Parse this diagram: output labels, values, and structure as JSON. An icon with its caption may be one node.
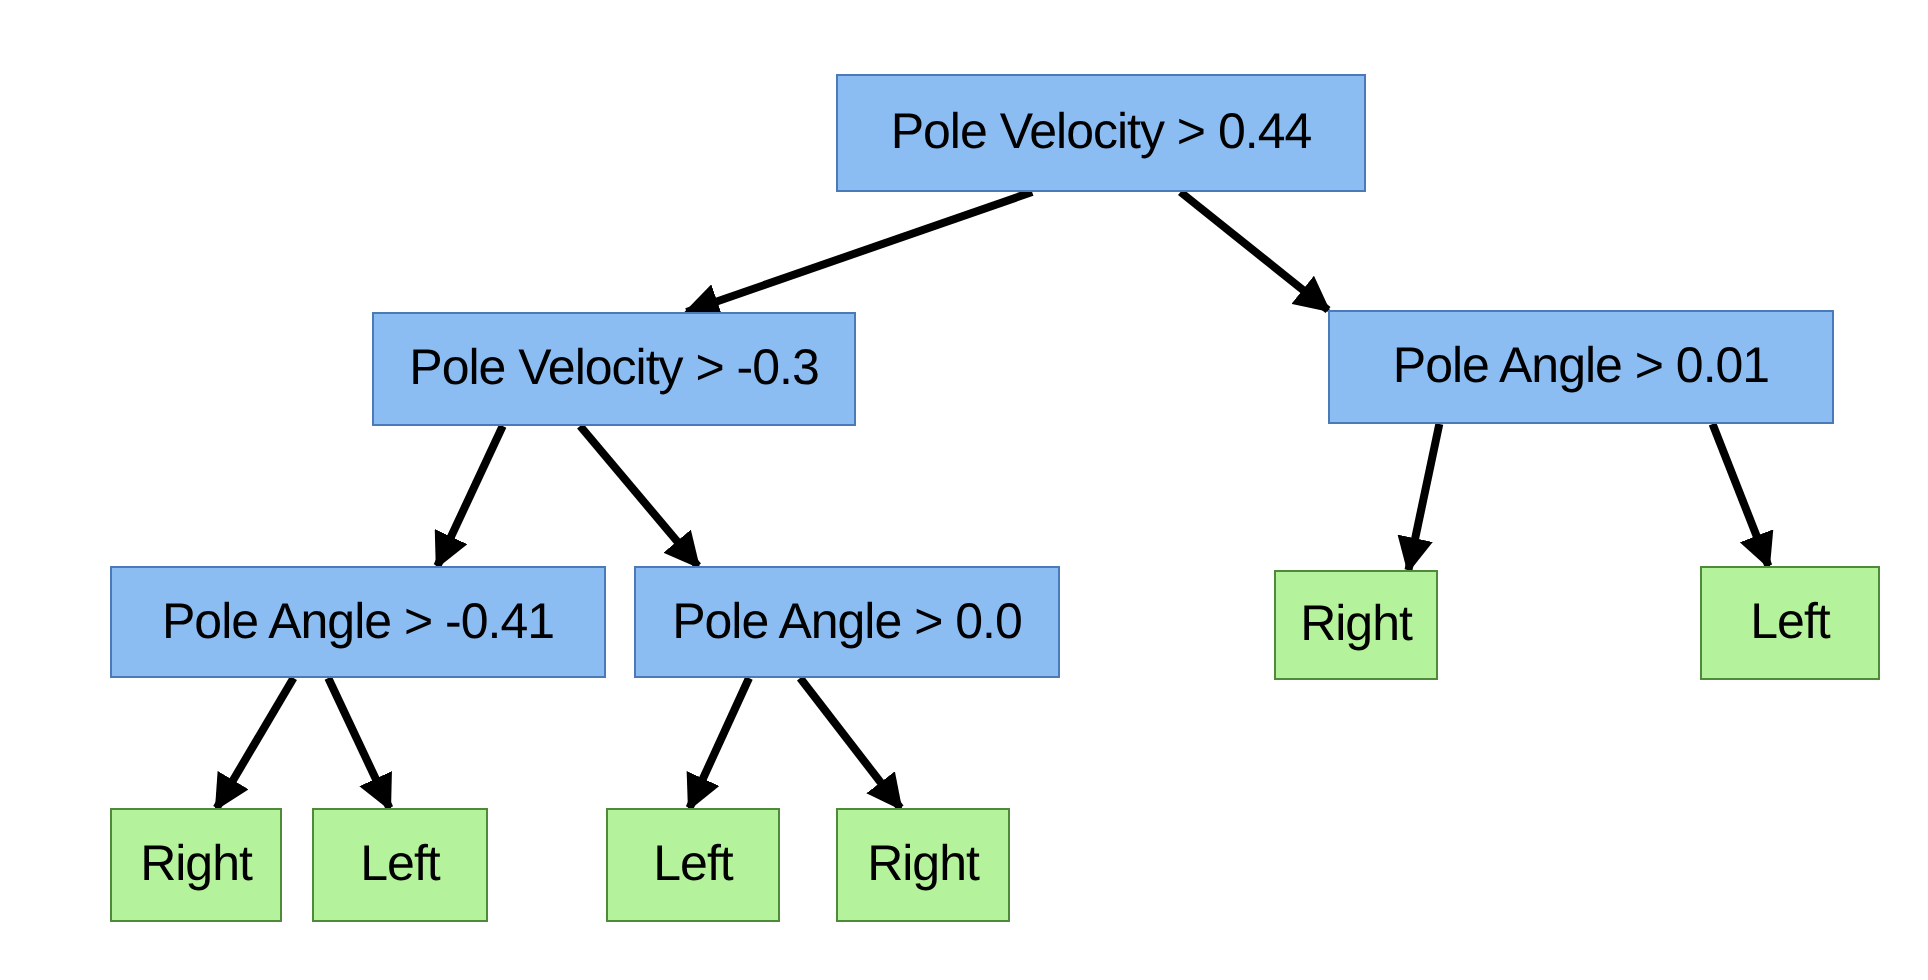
{
  "diagram": {
    "nodes": [
      {
        "text": [
          "Pole Velocity > 0.44"
        ]
      },
      {
        "text": [
          "Pole Velocity > -0.3"
        ]
      },
      {
        "text": [
          "Pole Angle > 0.01"
        ]
      },
      {
        "text": [
          "Pole Angle > -0.41"
        ]
      },
      {
        "text": [
          "Pole Angle > 0.0"
        ]
      },
      {
        "text": [
          "Right"
        ]
      },
      {
        "text": [
          "Left"
        ]
      },
      {
        "text": [
          "Right"
        ]
      },
      {
        "text": [
          "Left"
        ]
      },
      {
        "text": [
          "Left"
        ]
      },
      {
        "text": [
          "Right"
        ]
      }
    ],
    "edges": [
      {
        "from": 0,
        "to": 1,
        "arrow": "to"
      },
      {
        "from": 0,
        "to": 2,
        "arrow": "to"
      },
      {
        "from": 1,
        "to": 3,
        "arrow": "to"
      },
      {
        "from": 1,
        "to": 4,
        "arrow": "to"
      },
      {
        "from": 2,
        "to": 5,
        "arrow": "to"
      },
      {
        "from": 2,
        "to": 6,
        "arrow": "to"
      },
      {
        "from": 3,
        "to": 7,
        "arrow": "to"
      },
      {
        "from": 3,
        "to": 8,
        "arrow": "to"
      },
      {
        "from": 4,
        "to": 9,
        "arrow": "to"
      },
      {
        "from": 4,
        "to": 10,
        "arrow": "to"
      }
    ]
  }
}
